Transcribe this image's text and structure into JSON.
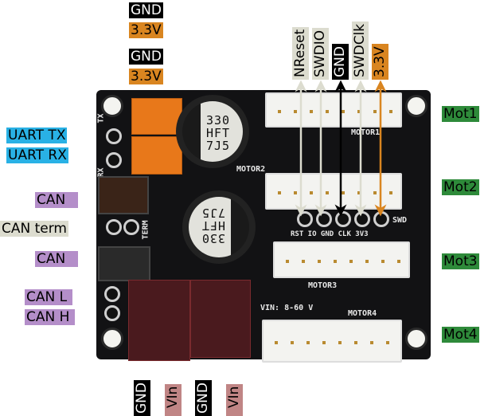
{
  "top_left_labels": [
    {
      "text": "GND",
      "color": "#000000"
    },
    {
      "text": "3.3V",
      "color": "#d98520"
    },
    {
      "text": "GND",
      "color": "#000000"
    },
    {
      "text": "3.3V",
      "color": "#d98520"
    }
  ],
  "swd_labels": [
    {
      "text": "NReset",
      "color": "#dcdccf"
    },
    {
      "text": "SWDIO",
      "color": "#dcdccf"
    },
    {
      "text": "GND",
      "color": "#000000"
    },
    {
      "text": "SWDClk",
      "color": "#dcdccf"
    },
    {
      "text": "3.3V",
      "color": "#d98520"
    }
  ],
  "left_labels": [
    {
      "text": "UART TX",
      "color": "#29b1e5"
    },
    {
      "text": "UART RX",
      "color": "#29b1e5"
    },
    {
      "text": "CAN",
      "color": "#b48ec9"
    },
    {
      "text": "CAN term",
      "color": "#dcdccf"
    },
    {
      "text": "CAN",
      "color": "#b48ec9"
    },
    {
      "text": "CAN L",
      "color": "#b48ec9"
    },
    {
      "text": "CAN H",
      "color": "#b48ec9"
    }
  ],
  "motor_labels": [
    {
      "text": "Mot1",
      "color": "#2e8a3a"
    },
    {
      "text": "Mot2",
      "color": "#2e8a3a"
    },
    {
      "text": "Mot3",
      "color": "#2e8a3a"
    },
    {
      "text": "Mot4",
      "color": "#2e8a3a"
    }
  ],
  "power_labels": [
    {
      "text": "GND",
      "color": "#000000"
    },
    {
      "text": "VIn",
      "color": "#c08585"
    },
    {
      "text": "GND",
      "color": "#000000"
    },
    {
      "text": "VIn",
      "color": "#c08585"
    }
  ],
  "board": {
    "cap_text": [
      "330",
      "HFT",
      "7J5"
    ],
    "silk": {
      "motor1": "MOTOR1",
      "motor2": "MOTOR2",
      "motor3": "MOTOR3",
      "motor4": "MOTOR4",
      "swd": "SWD",
      "swd_pins": "RST IO GND CLK 3V3",
      "vin": "VIN: 8-60 V",
      "vin_side": "VIN",
      "term": "TERM",
      "tx": "TX",
      "rx": "RX"
    }
  }
}
